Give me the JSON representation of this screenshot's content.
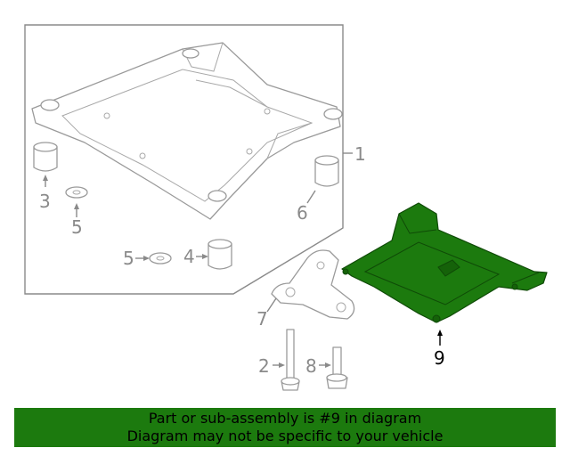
{
  "callouts": {
    "c1": "1",
    "c2": "2",
    "c3": "3",
    "c4": "4",
    "c5a": "5",
    "c5b": "5",
    "c6": "6",
    "c7": "7",
    "c8": "8",
    "c9": "9"
  },
  "banner": {
    "line1": "Part or sub-assembly is #9 in diagram",
    "line2": "Diagram may not be specific to your vehicle"
  },
  "colors": {
    "highlight_part": "#1c7a0e",
    "banner_bg": "#1c7a0e",
    "line_art": "#8a8a8a"
  }
}
